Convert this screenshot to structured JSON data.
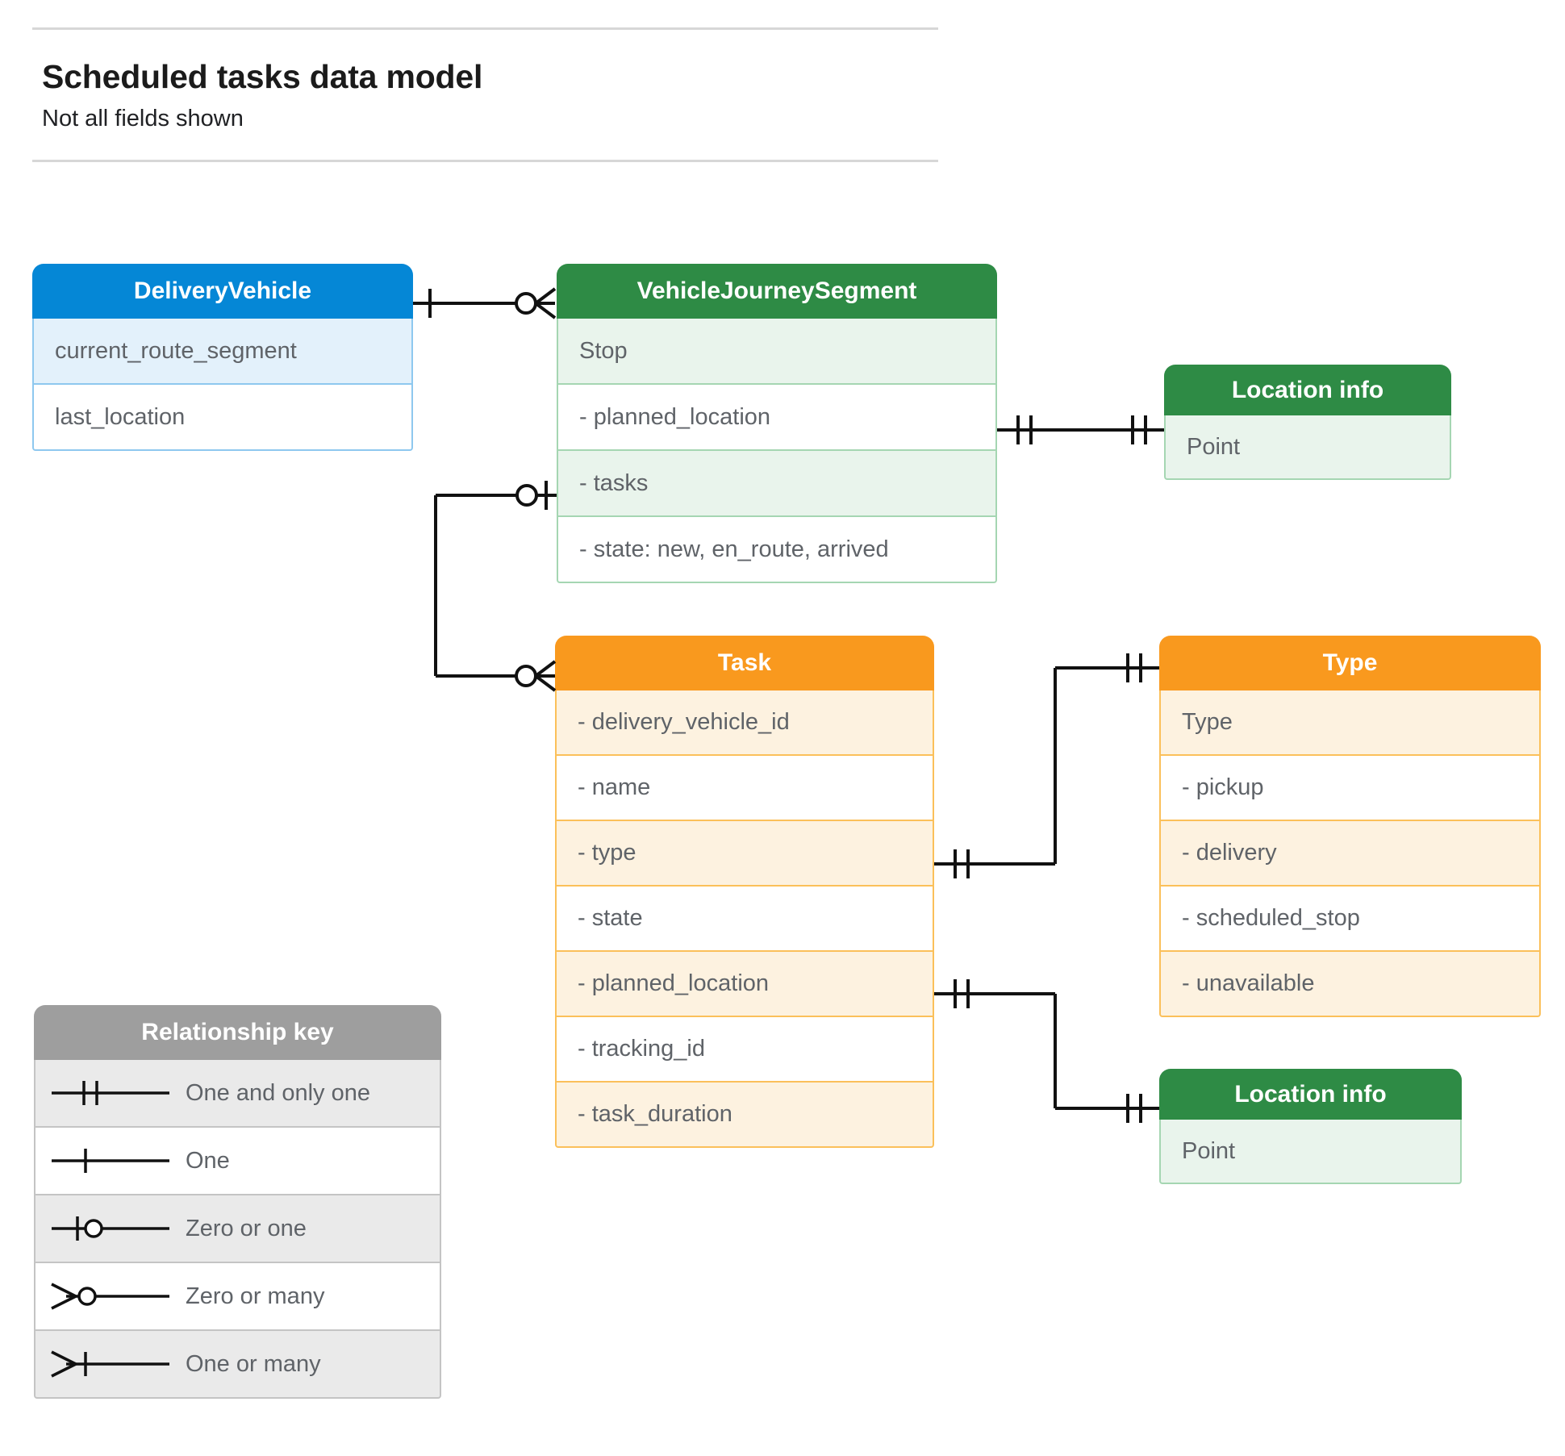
{
  "header": {
    "title": "Scheduled tasks data model",
    "subtitle": "Not all fields shown"
  },
  "colors": {
    "blue": "#0587d6",
    "blue_row": "#e3f1fb",
    "blue_border": "#8ec8ef",
    "green": "#2e8b45",
    "green_row": "#e9f4ec",
    "green_border": "#a5d6b2",
    "orange": "#f9991e",
    "orange_row": "#fdf2e0",
    "orange_border": "#fbc05a",
    "grey": "#9e9e9e",
    "grey_row": "#eaeaea",
    "line": "#111111",
    "text": "#5f6368",
    "title_text": "#1b1b1b"
  },
  "entities": {
    "delivery_vehicle": {
      "title": "DeliveryVehicle",
      "rows": [
        {
          "text": "current_route_segment"
        },
        {
          "text": "last_location"
        }
      ]
    },
    "vehicle_journey_segment": {
      "title": "VehicleJourneySegment",
      "rows": [
        {
          "text": "Stop"
        },
        {
          "text": "-  planned_location"
        },
        {
          "text": "- tasks"
        },
        {
          "text": "- state: new, en_route, arrived"
        }
      ]
    },
    "location_info_top": {
      "title": "Location info",
      "rows": [
        {
          "text": "Point"
        }
      ]
    },
    "task": {
      "title": "Task",
      "rows": [
        {
          "text": "- delivery_vehicle_id"
        },
        {
          "text": "- name"
        },
        {
          "text": "- type"
        },
        {
          "text": "- state"
        },
        {
          "text": "- planned_location"
        },
        {
          "text": "- tracking_id"
        },
        {
          "text": "- task_duration"
        }
      ]
    },
    "type": {
      "title": "Type",
      "rows": [
        {
          "text": "Type"
        },
        {
          "text": "-  pickup"
        },
        {
          "text": "-  delivery"
        },
        {
          "text": "-  scheduled_stop"
        },
        {
          "text": "-  unavailable"
        }
      ]
    },
    "location_info_bottom": {
      "title": "Location info",
      "rows": [
        {
          "text": "Point"
        }
      ]
    }
  },
  "legend": {
    "title": "Relationship key",
    "items": [
      {
        "symbol": "one-and-only-one",
        "label": "One and only one"
      },
      {
        "symbol": "one",
        "label": "One"
      },
      {
        "symbol": "zero-or-one",
        "label": "Zero or one"
      },
      {
        "symbol": "zero-or-many",
        "label": "Zero or many"
      },
      {
        "symbol": "one-or-many",
        "label": "One or many"
      }
    ]
  },
  "relationships": [
    {
      "from": "DeliveryVehicle",
      "from_cardinality": "one",
      "to": "VehicleJourneySegment",
      "to_cardinality": "zero-or-many"
    },
    {
      "from": "VehicleJourneySegment.planned_location",
      "from_cardinality": "one-and-only-one",
      "to": "Location info",
      "to_cardinality": "one-and-only-one"
    },
    {
      "from": "VehicleJourneySegment.tasks",
      "from_cardinality": "zero-or-one",
      "to": "Task",
      "to_cardinality": "zero-or-many"
    },
    {
      "from": "Task.type",
      "from_cardinality": "one-and-only-one",
      "to": "Type",
      "to_cardinality": "one-and-only-one"
    },
    {
      "from": "Task.planned_location",
      "from_cardinality": "one-and-only-one",
      "to": "Location info",
      "to_cardinality": "one-and-only-one"
    }
  ]
}
